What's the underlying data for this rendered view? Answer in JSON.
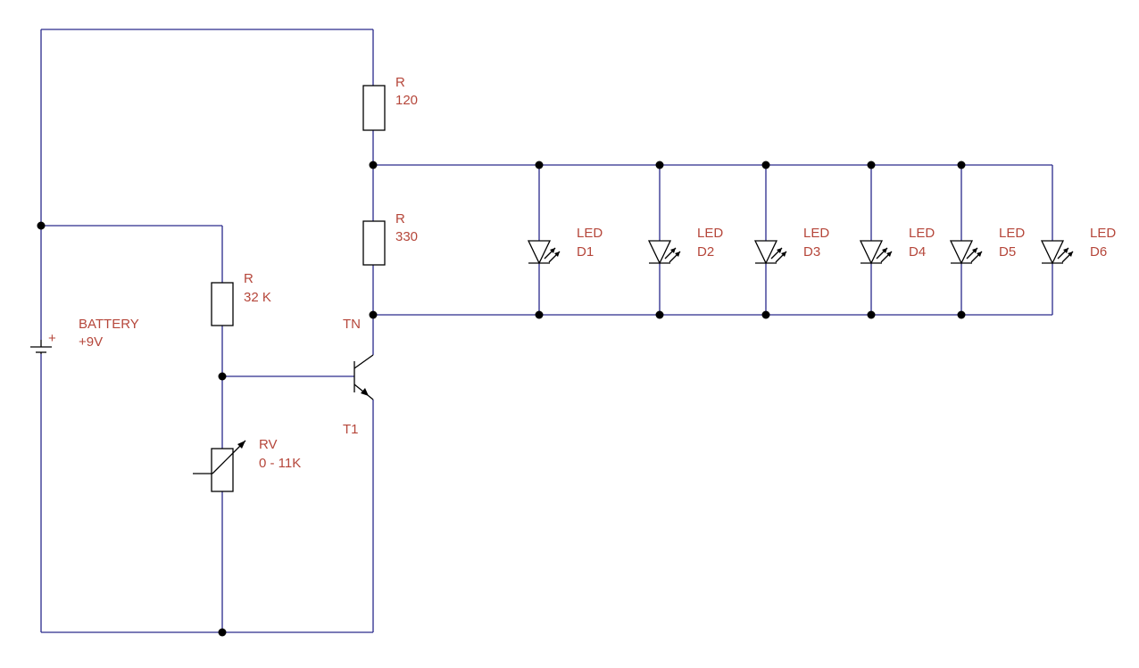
{
  "colors": {
    "wire": "#2a2a8c",
    "component": "#000000",
    "label": "#b5463a",
    "background": "#ffffff"
  },
  "components": {
    "r_top": {
      "name": "R",
      "value": "120"
    },
    "r_mid": {
      "name": "R",
      "value": "330"
    },
    "r_bias": {
      "name": "R",
      "value": "32 K"
    },
    "rv": {
      "name": "RV",
      "value": "0 - 11K"
    },
    "battery": {
      "name": "BATTERY",
      "value": "+9V",
      "polarity": "+"
    },
    "transistor": {
      "type": "TN",
      "ref": "T1"
    },
    "leds": [
      {
        "name": "LED",
        "ref": "D1"
      },
      {
        "name": "LED",
        "ref": "D2"
      },
      {
        "name": "LED",
        "ref": "D3"
      },
      {
        "name": "LED",
        "ref": "D4"
      },
      {
        "name": "LED",
        "ref": "D5"
      },
      {
        "name": "LED",
        "ref": "D6"
      }
    ]
  }
}
